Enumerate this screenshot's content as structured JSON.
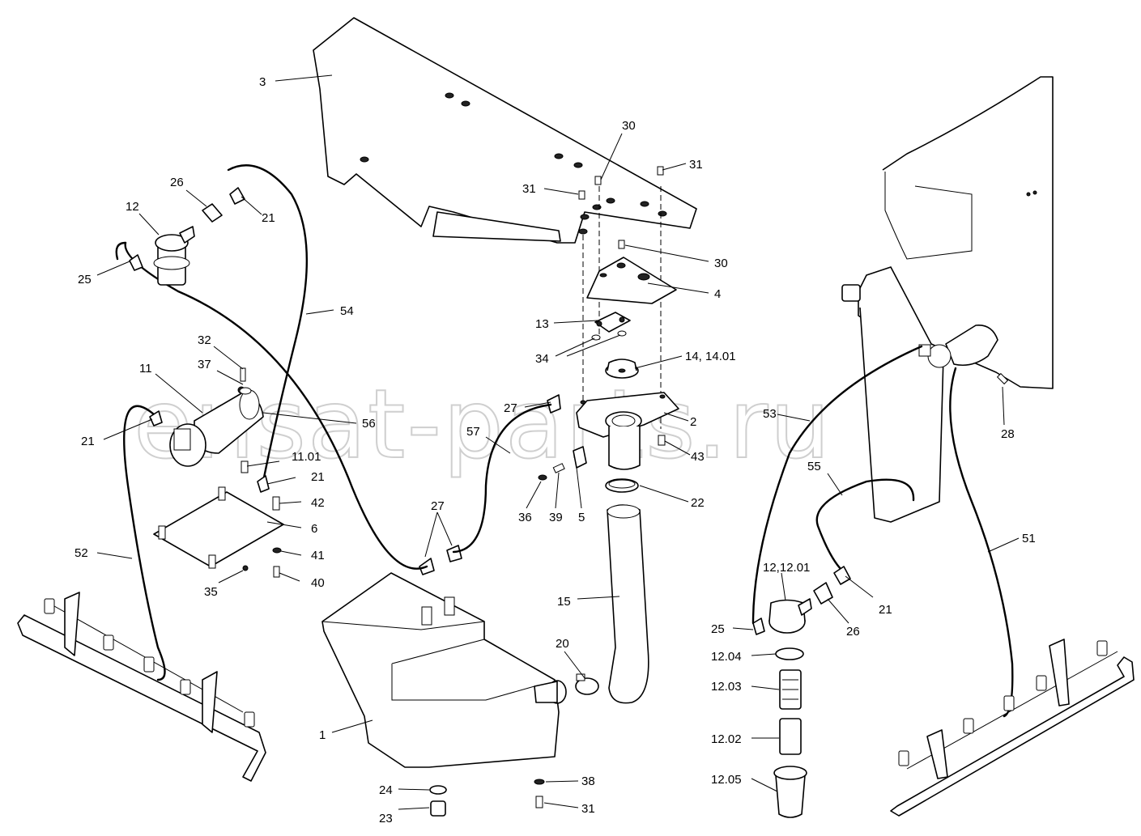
{
  "watermark": "ensat-parts.ru",
  "labels": {
    "l3": "3",
    "l30a": "30",
    "l31a": "31",
    "l31b": "31",
    "l30b": "30",
    "l4": "4",
    "l13": "13",
    "l34": "34",
    "l14": "14, 14.01",
    "l2": "2",
    "l43": "43",
    "l22": "22",
    "l5": "5",
    "l39": "39",
    "l36": "36",
    "l27a": "27",
    "l57": "57",
    "l27b": "27",
    "l15": "15",
    "l20": "20",
    "l1": "1",
    "l24": "24",
    "l23": "23",
    "l38": "38",
    "l31c": "31",
    "l26a": "26",
    "l12a": "12",
    "l21a": "21",
    "l25a": "25",
    "l54": "54",
    "l32": "32",
    "l37": "37",
    "l11": "11",
    "l21b": "21",
    "l56": "56",
    "l1101": "11.01",
    "l21c": "21",
    "l42": "42",
    "l6": "6",
    "l52": "52",
    "l41": "41",
    "l35": "35",
    "l40": "40",
    "l53": "53",
    "l28": "28",
    "l55": "55",
    "l51": "51",
    "l1201": "12,12.01",
    "l21d": "21",
    "l25b": "25",
    "l26b": "26",
    "l1204": "12.04",
    "l1203": "12.03",
    "l1202": "12.02",
    "l1205": "12.05"
  }
}
